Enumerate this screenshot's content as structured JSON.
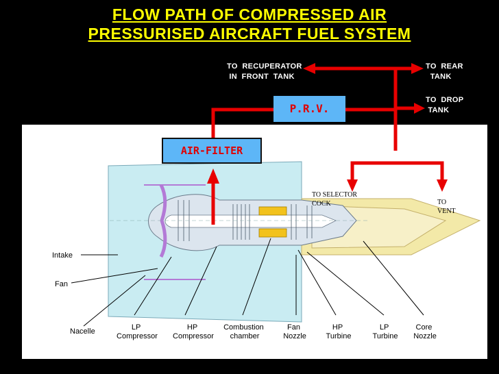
{
  "title": {
    "line1": "FLOW PATH OF COMPRESSED AIR",
    "line2": "PRESSURISED  AIRCRAFT FUEL SYSTEM"
  },
  "top_labels": {
    "recuperator": "TO  RECUPERATOR\n IN  FRONT  TANK",
    "rear_tank": "TO  REAR\n  TANK",
    "drop_tank": "TO  DROP\n TANK"
  },
  "boxes": {
    "prv": "P.R.V.",
    "air_filter": "AIR-FILTER"
  },
  "engine_labels": {
    "selector_1": "TO SELECTOR",
    "selector_2": "COCK",
    "vent_1": "TO",
    "vent_2": "VENT",
    "intake": "Intake",
    "fan": "Fan",
    "nacelle": "Nacelle",
    "lp_compressor_1": "LP",
    "lp_compressor_2": "Compressor",
    "hp_compressor_1": "HP",
    "hp_compressor_2": "Compressor",
    "combustion_1": "Combustion",
    "combustion_2": "chamber",
    "fan_nozzle_1": "Fan",
    "fan_nozzle_2": "Nozzle",
    "hp_turbine_1": "HP",
    "hp_turbine_2": "Turbine",
    "lp_turbine_1": "LP",
    "lp_turbine_2": "Turbine",
    "core_nozzle_1": "Core",
    "core_nozzle_2": "Nozzle"
  },
  "colors": {
    "title": "#ffff00",
    "pipe": "#e80000",
    "box_bg": "#5db6f7",
    "box_text": "#e00000",
    "nacelle": "#c9ecf2",
    "core": "#dce5ee",
    "exhaust": "#f3e9a8",
    "duct": "#b37ad6"
  }
}
